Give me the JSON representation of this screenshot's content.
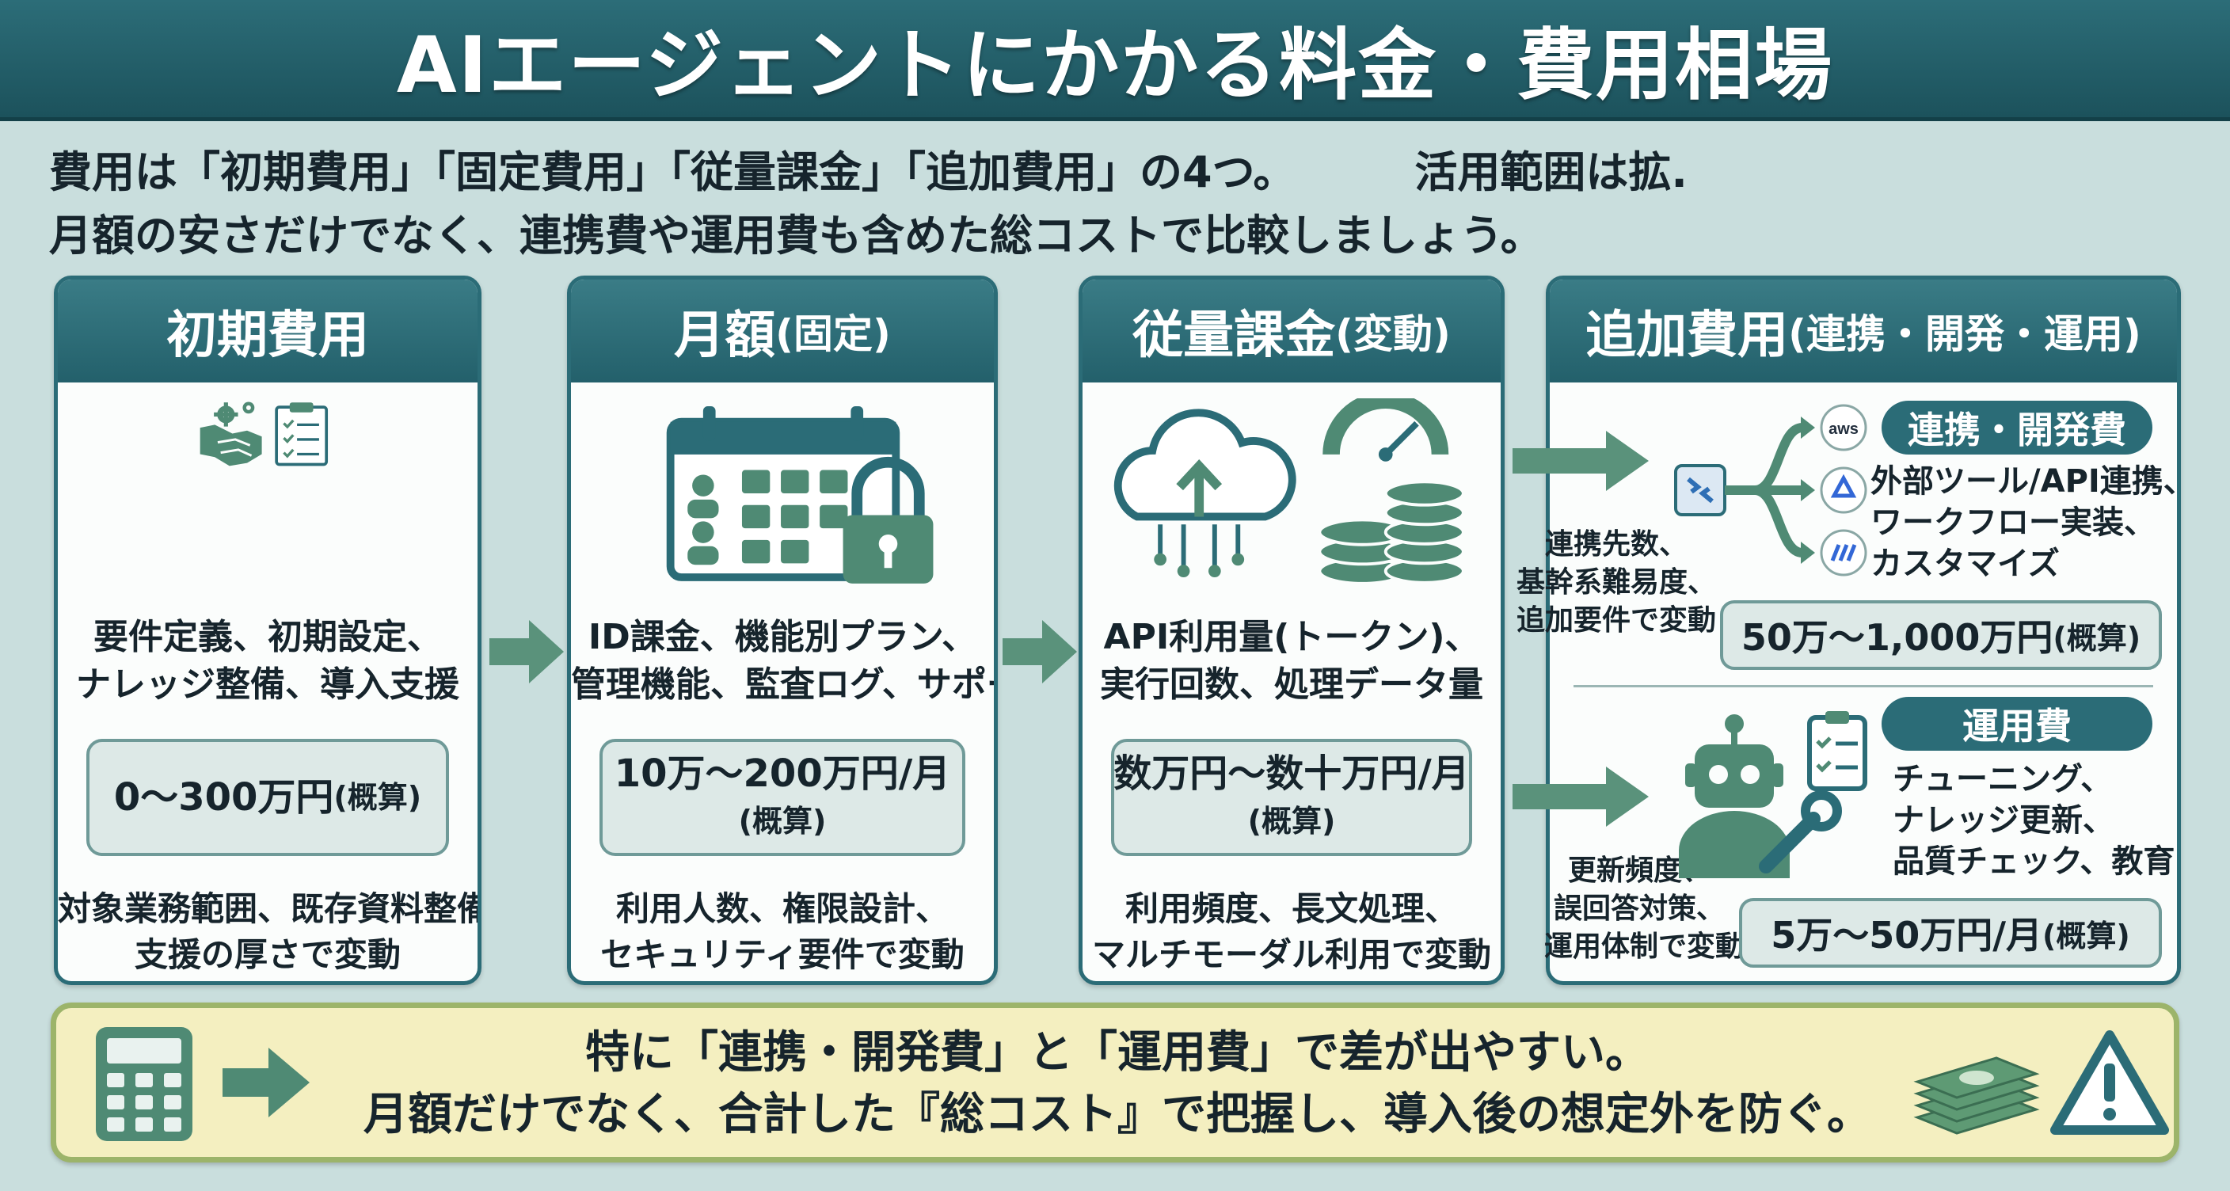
{
  "title": "AIエージェントにかかる料金・費用相場",
  "intro": {
    "line1": "費用は「初期費用」「固定費用」「従量課金」「追加費用」の4つ。",
    "line1_fragment": "活用範囲は拡.",
    "line2": "月額の安さだけでなく、連携費や運用費も含めた総コストで比較しましょう。"
  },
  "cards": [
    {
      "title": "初期費用",
      "paren": "",
      "desc": [
        "要件定義、初期設定、",
        "ナレッジ整備、導入支援"
      ],
      "price": [
        "0〜300万円",
        "(概算)"
      ],
      "note": [
        "対象業務範囲、既存資料整備、",
        "支援の厚さで変動"
      ]
    },
    {
      "title": "月額",
      "paren": "(固定)",
      "desc": [
        "ID課金、機能別プラン、",
        "管理機能、監査ログ、サポート"
      ],
      "price": [
        "10万〜200万円/月",
        "(概算)"
      ],
      "note": [
        "利用人数、権限設計、",
        "セキュリティ要件で変動"
      ]
    },
    {
      "title": "従量課金",
      "paren": "(変動)",
      "desc": [
        "API利用量(トークン)、",
        "実行回数、処理データ量"
      ],
      "price": [
        "数万円〜数十万円/月",
        "(概算)"
      ],
      "note": [
        "利用頻度、長文処理、",
        "マルチモーダル利用で変動"
      ]
    }
  ],
  "additional": {
    "title": "追加費用",
    "paren": "(連携・開発・運用)",
    "integration": {
      "badge": "連携・開発費",
      "desc": [
        "外部ツール/API連携、",
        "ワークフロー実装、",
        "カスタマイズ"
      ],
      "price": "50万〜1,000万円",
      "price_note": "(概算)",
      "side_note": [
        "連携先数、",
        "基幹系難易度、",
        "追加要件で変動"
      ],
      "icon_labels": [
        "aws"
      ]
    },
    "operation": {
      "badge": "運用費",
      "desc": [
        "チューニング、",
        "ナレッジ更新、",
        "品質チェック、教育"
      ],
      "price": "5万〜50万円/月",
      "price_note": "(概算)",
      "side_note": [
        "更新頻度、",
        "誤回答対策、",
        "運用体制で変動"
      ]
    }
  },
  "summary": {
    "line1": "特に「連携・開発費」と「運用費」で差が出やすい。",
    "line2": "月額だけでなく、合計した『総コスト』で把握し、導入後の想定外を防ぐ。"
  },
  "colors": {
    "teal": "#2b6c77",
    "background": "#c9dedd",
    "icon_green": "#4f8a74",
    "summary_bg": "#f4efc0"
  }
}
